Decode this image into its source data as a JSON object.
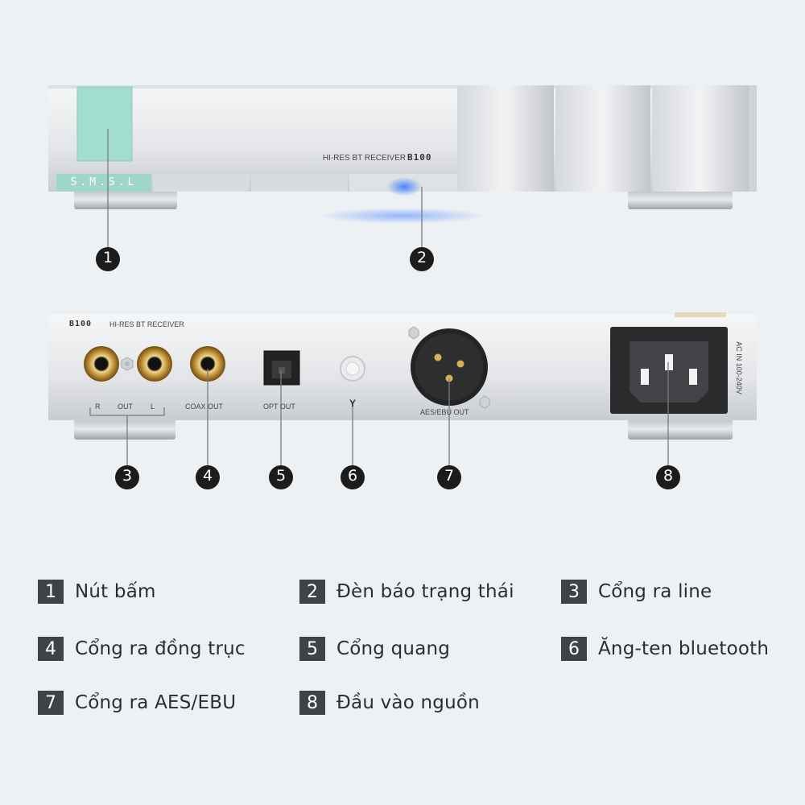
{
  "front": {
    "logo": "S.M.S.L",
    "model_text": "HI-RES BT RECEIVER",
    "model_badge": "B100"
  },
  "back": {
    "model_badge": "B100",
    "model_text": "HI-RES BT RECEIVER",
    "label_r": "R",
    "label_out": "OUT",
    "label_l": "L",
    "label_coax": "COAX OUT",
    "label_opt": "OPT OUT",
    "label_antenna": "Y",
    "label_aes": "AES/EBU OUT",
    "label_power": "AC IN 100-240V"
  },
  "callouts": [
    "1",
    "2",
    "3",
    "4",
    "5",
    "6",
    "7",
    "8"
  ],
  "legend": [
    {
      "num": "1",
      "text": "Nút bấm"
    },
    {
      "num": "2",
      "text": "Đèn báo trạng thái"
    },
    {
      "num": "3",
      "text": "Cổng ra line"
    },
    {
      "num": "4",
      "text": "Cổng ra đồng trục"
    },
    {
      "num": "5",
      "text": "Cổng quang"
    },
    {
      "num": "6",
      "text": "Ăng-ten bluetooth"
    },
    {
      "num": "7",
      "text": "Cổng ra AES/EBU"
    },
    {
      "num": "8",
      "text": "Đầu vào nguồn"
    }
  ],
  "colors": {
    "background": "#eef1f4",
    "chassis": "#e6e8ea",
    "button": "#9fdacb",
    "led": "#4a8cff",
    "dark": "#2c2c2c",
    "gold": "#c9a24a"
  }
}
